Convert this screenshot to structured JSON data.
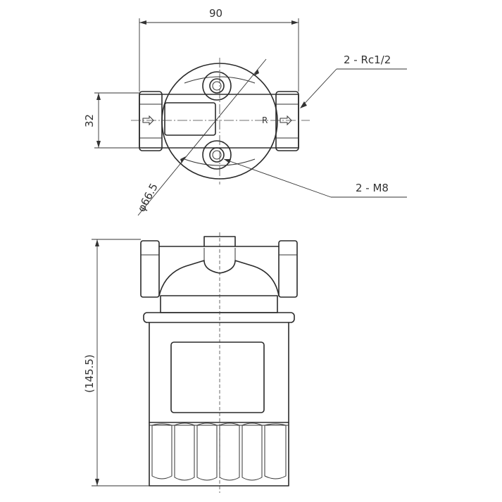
{
  "dimensions": {
    "width": "90",
    "height": "32",
    "diameter": "φ66.5",
    "total_height": "(145.5)"
  },
  "callouts": {
    "ports": "2 - Rc1/2",
    "bolts": "2 - M8"
  },
  "flow_mark": "R"
}
